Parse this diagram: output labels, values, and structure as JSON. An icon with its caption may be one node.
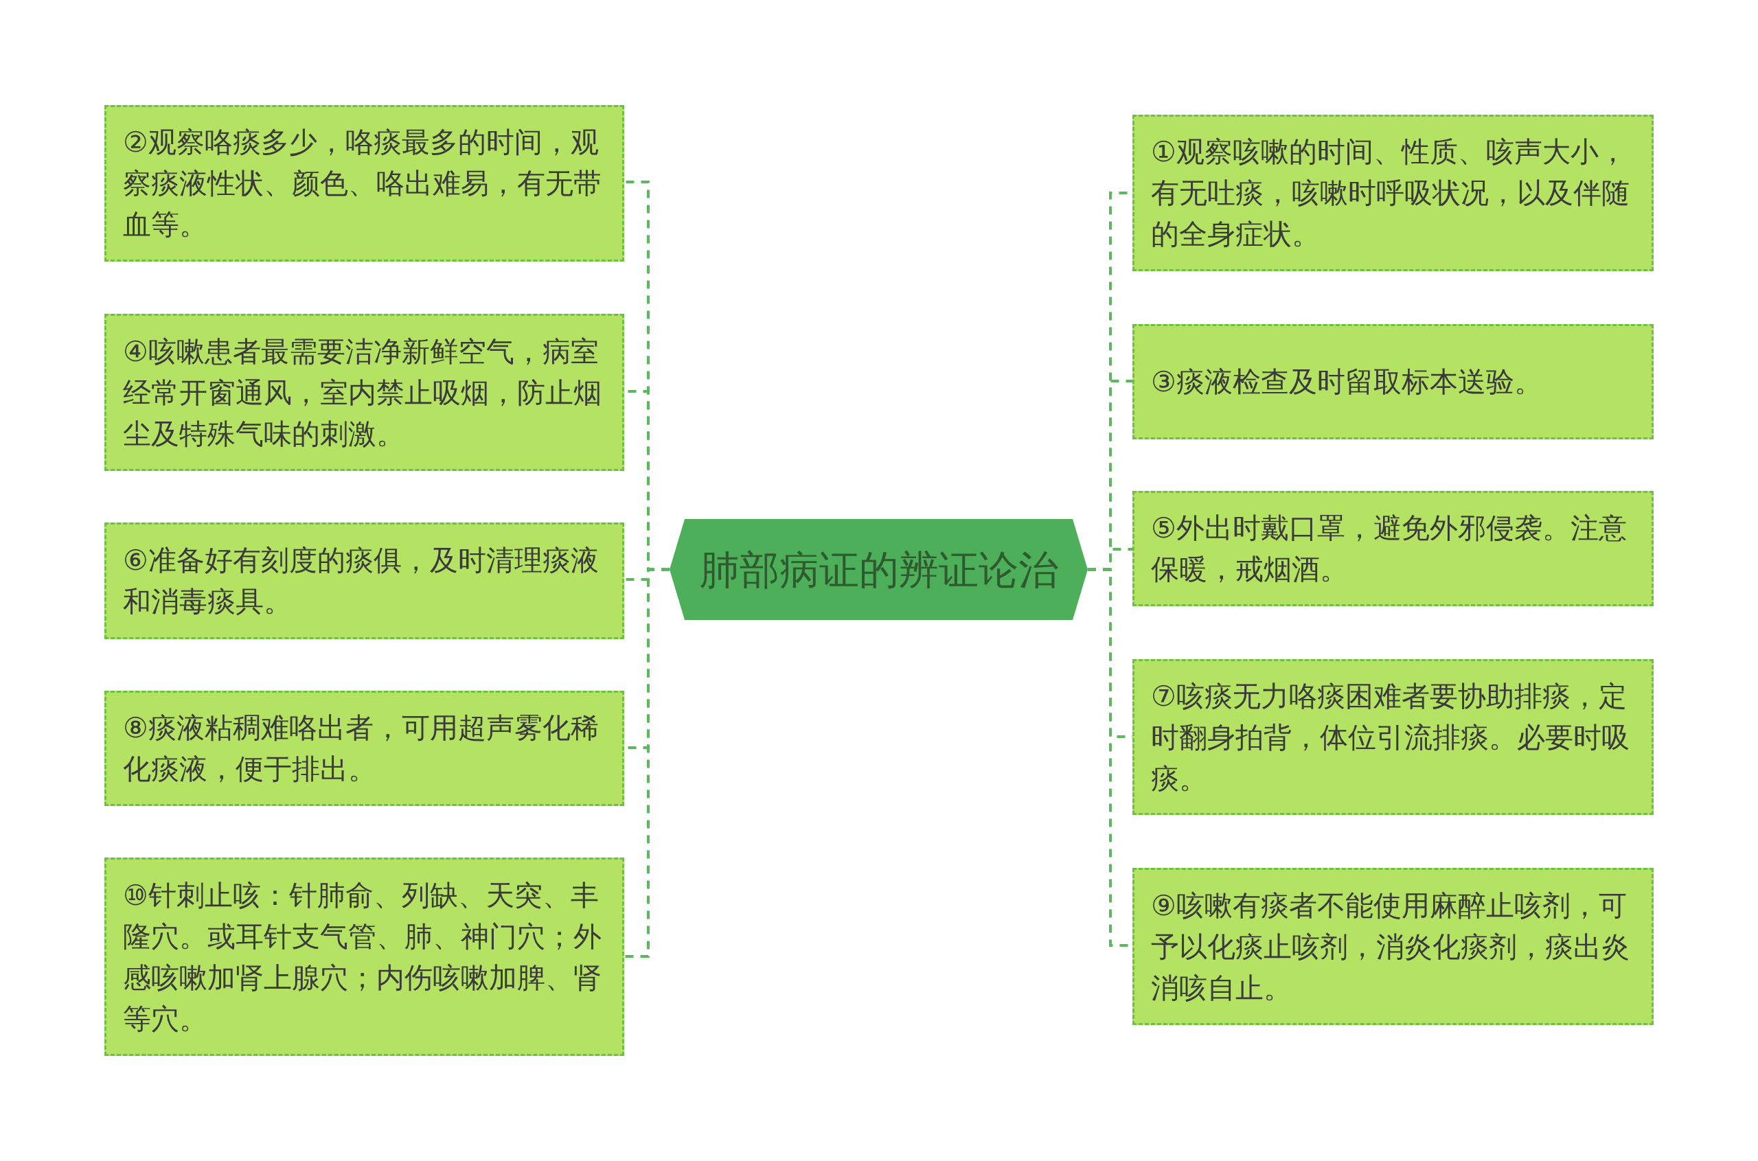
{
  "diagram": {
    "nodes": [
      {
        "text": [
          "肺部病证的辨证论治"
        ]
      },
      {
        "text": [
          "②观察咯痰多少，咯痰最多的时间，观察痰液性状、颜色、咯出难易，有无带血等。"
        ]
      },
      {
        "text": [
          "④咳嗽患者最需要洁净新鲜空气，病室经常开窗通风，室内禁止吸烟，防止烟尘及特殊气味的刺激。"
        ]
      },
      {
        "text": [
          "⑥准备好有刻度的痰俱，及时清理痰液和消毒痰具。"
        ]
      },
      {
        "text": [
          "⑧痰液粘稠难咯出者，可用超声雾化稀化痰液，便于排出。"
        ]
      },
      {
        "text": [
          "⑩针刺止咳：针肺俞、列缺、天突、丰隆穴。或耳针支气管、肺、神门穴；外感咳嗽加肾上腺穴；内伤咳嗽加脾、肾等穴。"
        ]
      },
      {
        "text": [
          "①观察咳嗽的时间、性质、咳声大小，有无吐痰，咳嗽时呼吸状况，以及伴随的全身症状。"
        ]
      },
      {
        "text": [
          "③痰液检查及时留取标本送验。"
        ]
      },
      {
        "text": [
          "⑤外出时戴口罩，避免外邪侵袭。注意保暖，戒烟酒。"
        ]
      },
      {
        "text": [
          "⑦咳痰无力咯痰困难者要协助排痰，定时翻身拍背，体位引流排痰。必要时吸痰。"
        ]
      },
      {
        "text": [
          "⑨咳嗽有痰者不能使用麻醉止咳剂，可予以化痰止咳剂，消炎化痰剂，痰出炎消咳自止。"
        ]
      }
    ],
    "edges": [
      {
        "from": 0,
        "to": 1,
        "arrow": "none"
      },
      {
        "from": 0,
        "to": 2,
        "arrow": "none"
      },
      {
        "from": 0,
        "to": 3,
        "arrow": "none"
      },
      {
        "from": 0,
        "to": 4,
        "arrow": "none"
      },
      {
        "from": 0,
        "to": 5,
        "arrow": "none"
      },
      {
        "from": 0,
        "to": 6,
        "arrow": "none"
      },
      {
        "from": 0,
        "to": 7,
        "arrow": "none"
      },
      {
        "from": 0,
        "to": 8,
        "arrow": "none"
      },
      {
        "from": 0,
        "to": 9,
        "arrow": "none"
      },
      {
        "from": 0,
        "to": 10,
        "arrow": "none"
      }
    ]
  }
}
